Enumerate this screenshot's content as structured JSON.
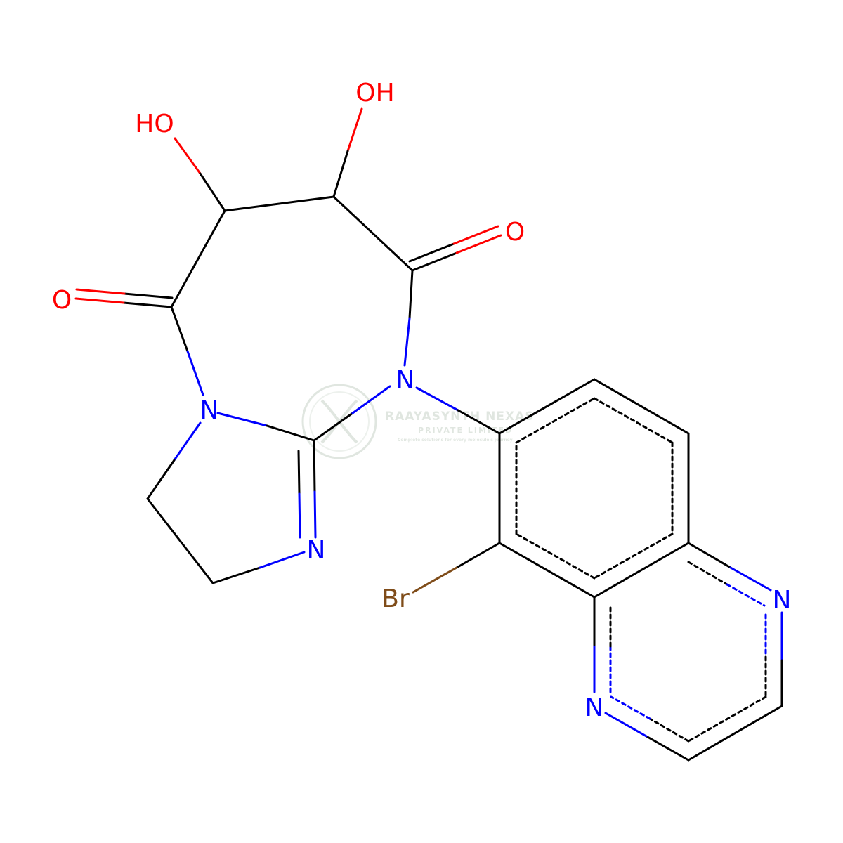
{
  "colors": {
    "carbon_bond": "#000000",
    "nitrogen": "#0000ff",
    "oxygen": "#ff0000",
    "bromine": "#7f4c19",
    "watermark": "#c7d3c7"
  },
  "atoms": {
    "oh_left": "HO",
    "oh_right": "OH",
    "o_right": "O",
    "o_left": "O",
    "n_amide": "N",
    "n_ring": "N",
    "n_imine": "N",
    "br": "Br",
    "n_quinox_upper": "N",
    "n_quinox_lower": "N"
  },
  "watermark": {
    "title": "RAAYASYNTH NEXAS",
    "subtitle": "PRIVATE LIMITED",
    "tagline": "Complete solutions for every molecule's journey"
  }
}
